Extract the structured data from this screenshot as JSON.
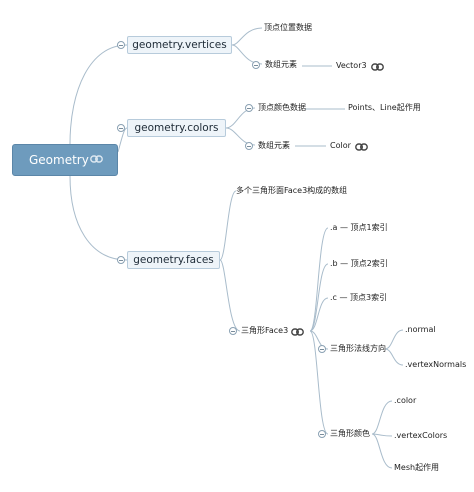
{
  "root": {
    "label": "Geometry"
  },
  "vertices": {
    "title": "geometry.vertices",
    "desc": "顶点位置数据",
    "elements_label": "数组元素",
    "elements_value": "Vector3"
  },
  "colors": {
    "title": "geometry.colors",
    "desc": "顶点颜色数据",
    "desc_value": "Points、Line起作用",
    "elements_label": "数组元素",
    "elements_value": "Color"
  },
  "faces": {
    "title": "geometry.faces",
    "desc": "多个三角形面Face3构成的数组",
    "face3": {
      "label": "三角形Face3",
      "a": ".a — 顶点1索引",
      "b": ".b — 顶点2索引",
      "c": ".c — 顶点3索引",
      "normal_label": "三角形法线方向",
      "normal": ".normal",
      "vertex_normals": ".vertexNormals",
      "color_label": "三角形颜色",
      "color": ".color",
      "vertex_colors": ".vertexColors",
      "mesh_note": "Mesh起作用"
    }
  },
  "colors_palette": {
    "root_fill": "#6e9bbd",
    "node_fill": "#eef4f9",
    "node_border": "#b7cbdb",
    "line": "#9fb6c7"
  }
}
